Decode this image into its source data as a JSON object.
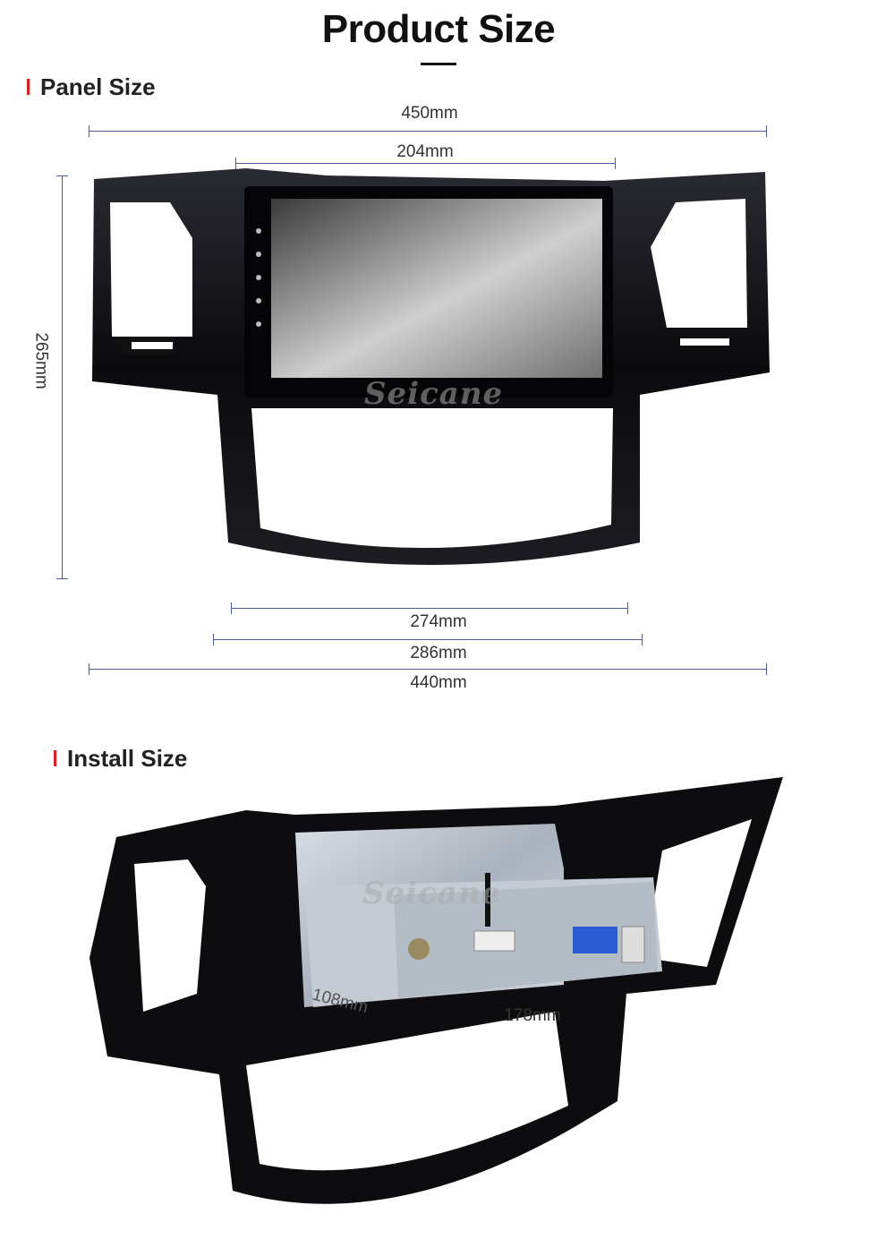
{
  "title": "Product Size",
  "panel_section": {
    "heading": "Panel Size",
    "dims": {
      "top_outer": "450mm",
      "top_inner": "204mm",
      "left_height": "265mm",
      "bottom_a": "274mm",
      "bottom_b": "286mm",
      "bottom_c": "440mm"
    },
    "watermark": "Seicane"
  },
  "install_section": {
    "heading": "Install Size",
    "dims": {
      "depth": "108mm",
      "width": "178mm"
    },
    "watermark": "Seicane"
  },
  "colors": {
    "accent": "#e02020",
    "dimension_line": "#4a5a9a",
    "panel_black": "#0d0d10"
  }
}
